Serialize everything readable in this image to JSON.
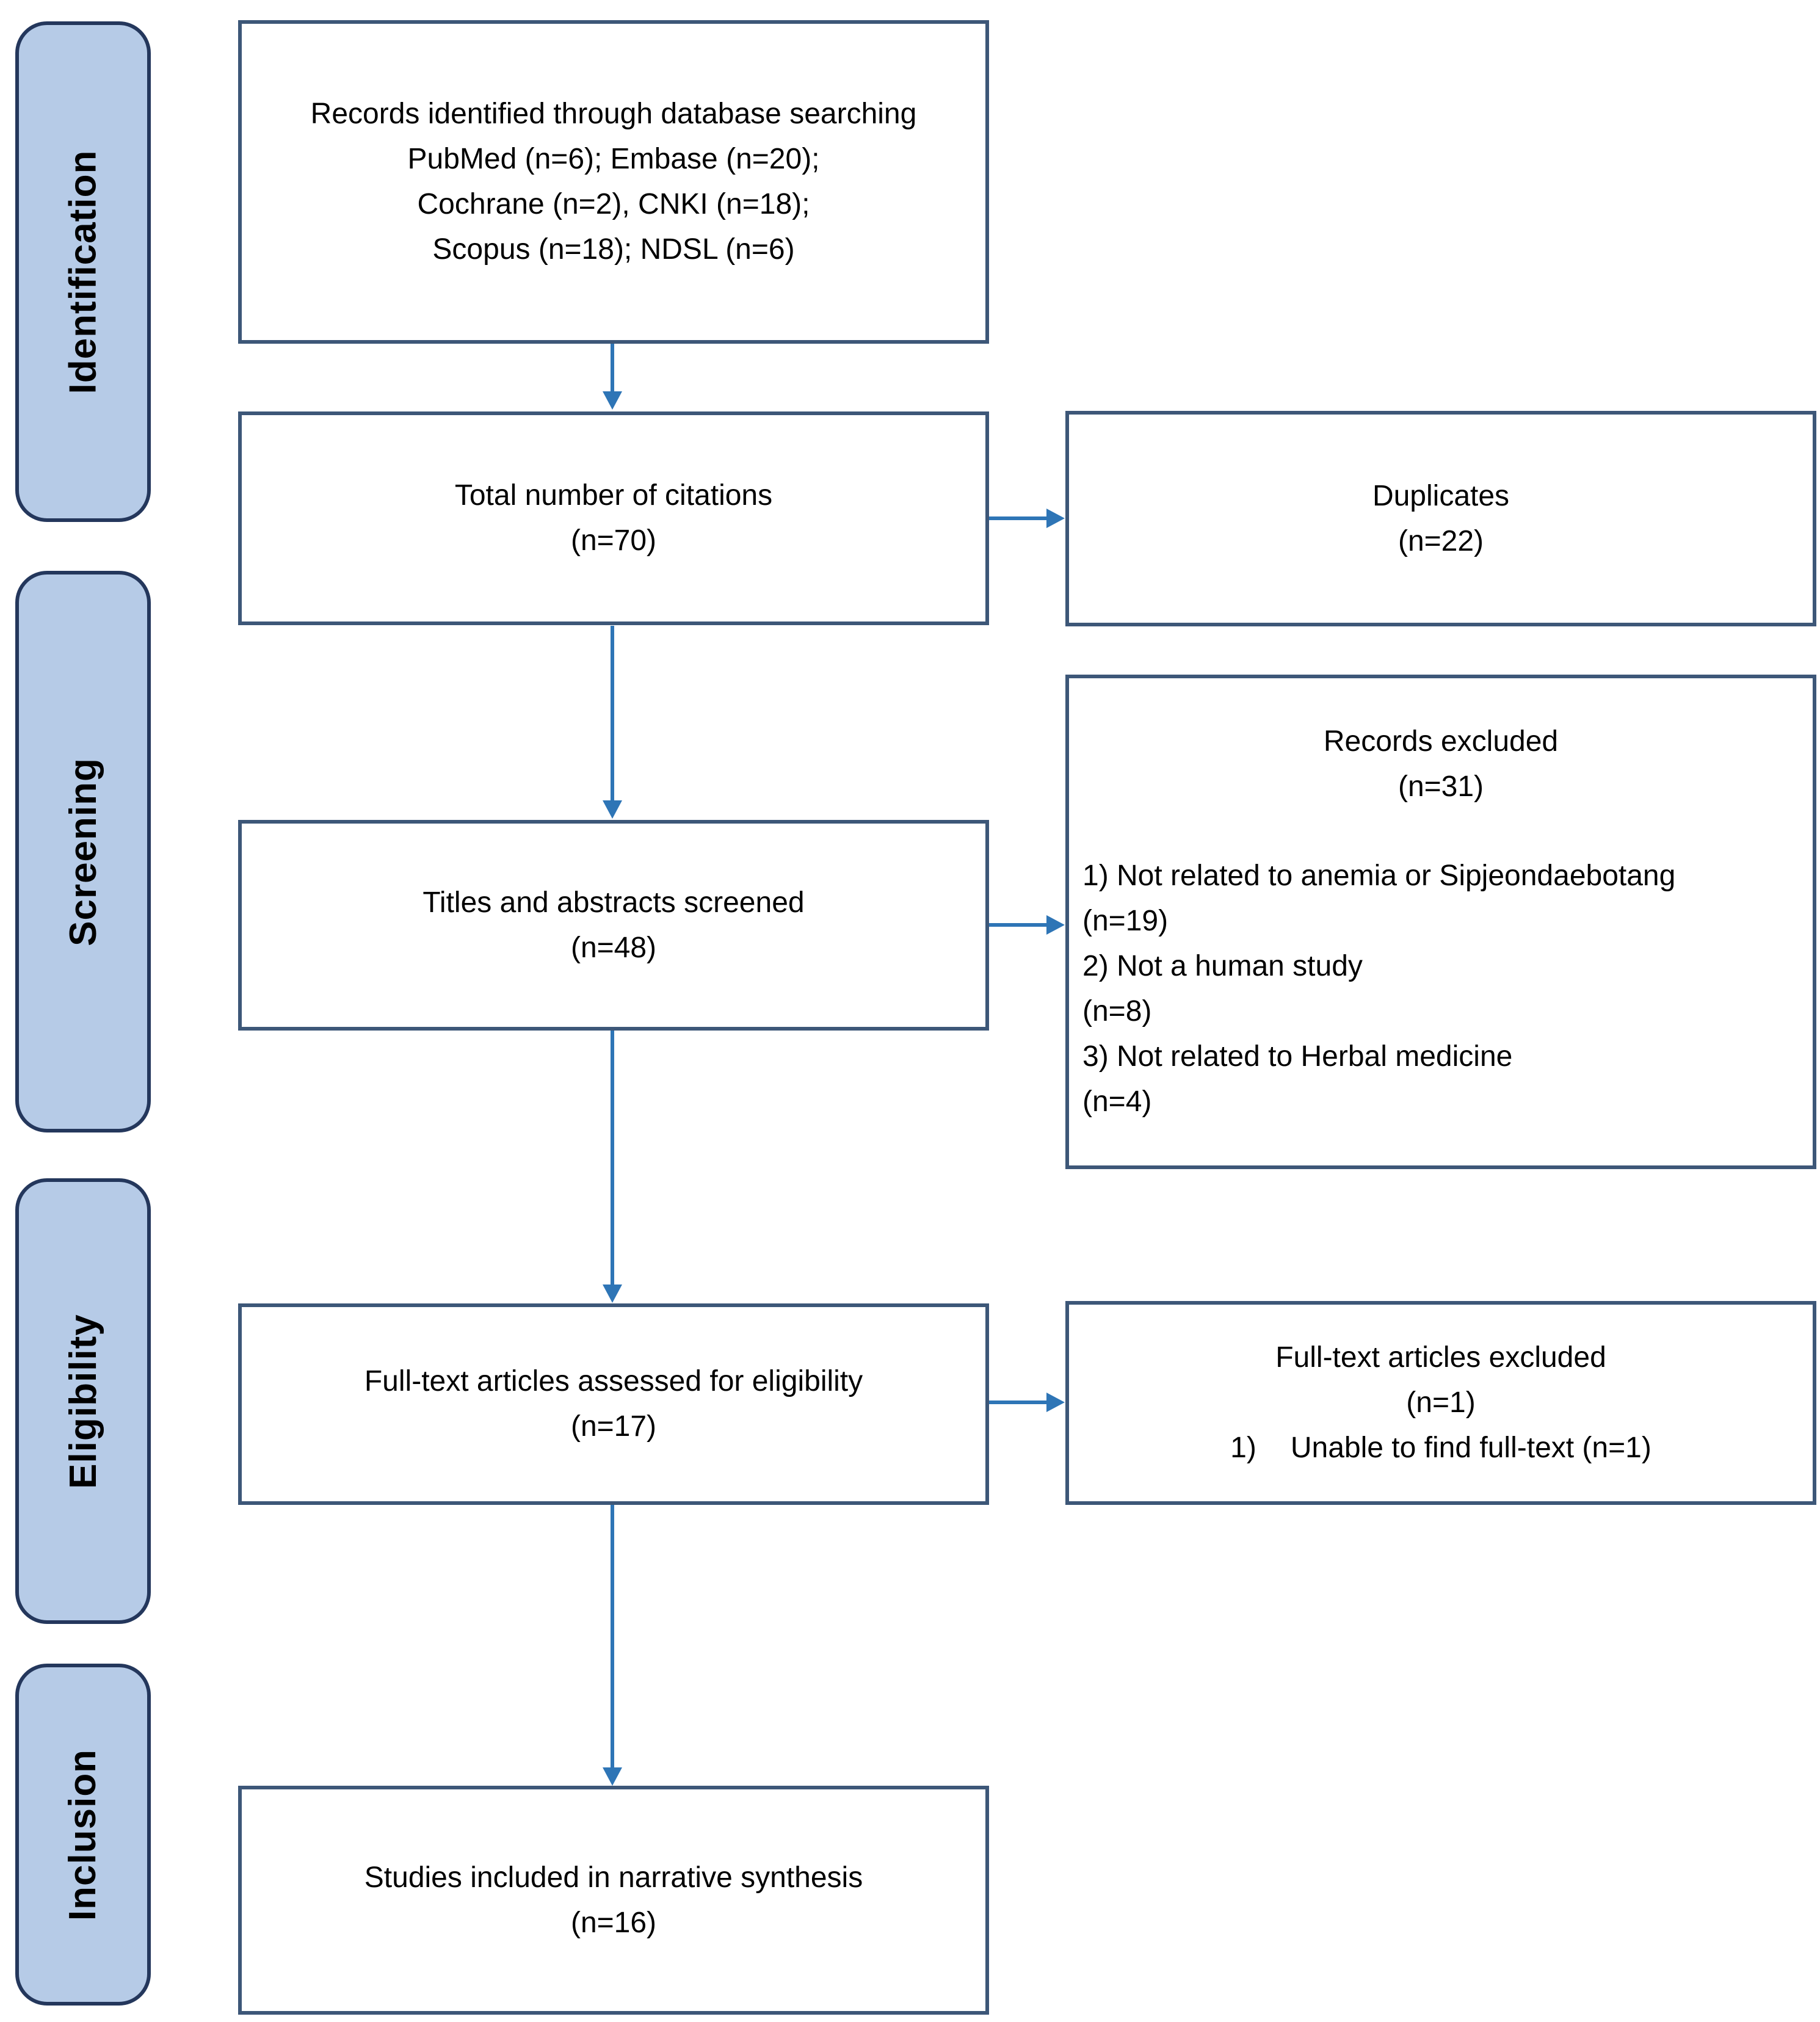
{
  "colors": {
    "stage_fill": "#b6cbe7",
    "stage_border": "#24375c",
    "box_border": "#3d5778",
    "arrow_blue": "#2e75b6",
    "text": "#000000"
  },
  "stages": [
    {
      "label": "Identification"
    },
    {
      "label": "Screening"
    },
    {
      "label": "Eligibility"
    },
    {
      "label": "Inclusion"
    }
  ],
  "boxes": {
    "records_identified": {
      "lines": [
        "Records identified through database searching",
        "PubMed (n=6); Embase (n=20);",
        "Cochrane (n=2), CNKI (n=18);",
        "Scopus (n=18); NDSL (n=6)"
      ]
    },
    "total_citations": {
      "lines": [
        "Total number of citations",
        "(n=70)"
      ]
    },
    "duplicates": {
      "lines": [
        "Duplicates",
        "(n=22)"
      ]
    },
    "titles_screened": {
      "lines": [
        "Titles and abstracts screened",
        "(n=48)"
      ]
    },
    "records_excluded": {
      "heading_lines": [
        "Records excluded",
        "(n=31)"
      ],
      "reason_lines": [
        "1) Not related to anemia or Sipjeondaebotang",
        "(n=19)",
        "2) Not a human study",
        "(n=8)",
        "3) Not related to Herbal medicine",
        "(n=4)"
      ]
    },
    "fulltext_assessed": {
      "lines": [
        "Full-text articles assessed for eligibility",
        "(n=17)"
      ]
    },
    "fulltext_excluded": {
      "heading_lines": [
        "Full-text articles excluded",
        "(n=1)"
      ],
      "reason_marker": "1)",
      "reason_text": "Unable to find full-text (n=1)"
    },
    "studies_included": {
      "lines": [
        "Studies included in narrative synthesis",
        "(n=16)"
      ]
    }
  }
}
